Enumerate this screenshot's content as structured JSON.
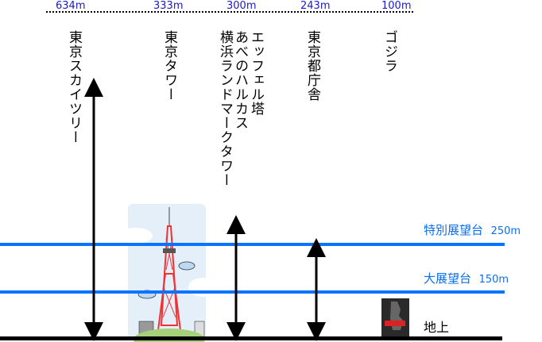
{
  "heights": [
    "634m",
    "333m",
    "300m",
    "243m",
    "100m"
  ],
  "buildings": [
    {
      "label": "東京スカイツリー"
    },
    {
      "label": "東京タワー"
    },
    {
      "label": "エッフェル塔"
    },
    {
      "label": "あべのハルカス"
    },
    {
      "label": "横浜ランドマークタワー"
    },
    {
      "label": "東京都庁舎"
    },
    {
      "label": "ゴジラ"
    }
  ],
  "levels": {
    "upper": {
      "name": "特別展望台",
      "height": "250m"
    },
    "main": {
      "name": "大展望台",
      "height": "150m"
    },
    "ground": "地上"
  },
  "colors": {
    "height_text": "#1a1acc",
    "level_line": "#0a73ff",
    "level_text": "#0a6fee",
    "ground": "#000000"
  }
}
